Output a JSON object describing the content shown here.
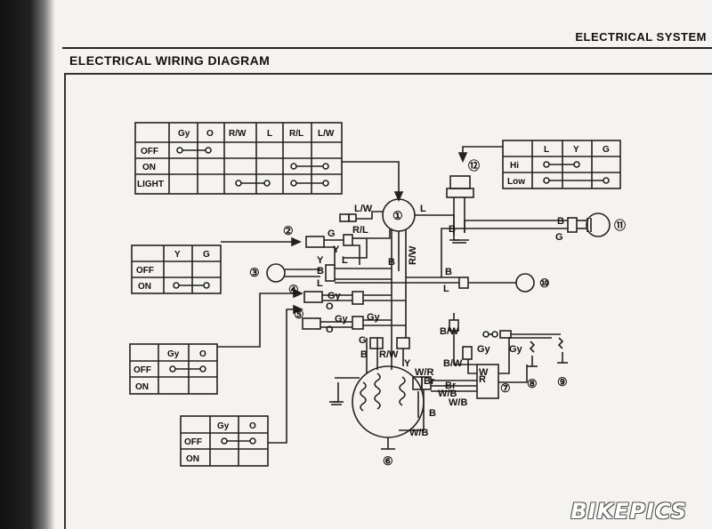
{
  "header": {
    "section": "ELECTRICAL SYSTEM",
    "title": "ELECTRICAL WIRING DIAGRAM"
  },
  "tables": {
    "main_switch": {
      "columns": [
        "Gy",
        "O",
        "R/W",
        "L",
        "R/L",
        "L/W"
      ],
      "rows": [
        "OFF",
        "ON",
        "LIGHT"
      ]
    },
    "dimmer_switch": {
      "columns": [
        "L",
        "Y",
        "G"
      ],
      "rows": [
        "Hi",
        "Low"
      ]
    },
    "switch_yg": {
      "columns": [
        "Y",
        "G"
      ],
      "rows": [
        "OFF",
        "ON"
      ]
    },
    "switch_gyo_a": {
      "columns": [
        "Gy",
        "O"
      ],
      "rows": [
        "OFF",
        "ON"
      ]
    },
    "switch_gyo_b": {
      "columns": [
        "Gy",
        "O"
      ],
      "rows": [
        "OFF",
        "ON"
      ]
    }
  },
  "components": [
    "①",
    "②",
    "③",
    "④",
    "⑤",
    "⑥",
    "⑦",
    "⑧",
    "⑨",
    "⑩",
    "⑪",
    "⑫"
  ],
  "wire_labels": {
    "lw": "L/W",
    "rl": "R/L",
    "l_top": "L",
    "rw_vert": "R/W",
    "b_mid": "B",
    "b_right": "B",
    "g_top": "G",
    "y_top": "Y",
    "y_sw": "Y",
    "l_sw": "L",
    "b_sw3": "B",
    "l_sw3": "L",
    "gy4": "Gy",
    "o4": "O",
    "gy5": "Gy",
    "o5": "O",
    "gy5b": "Gy",
    "g_stator": "G",
    "b_stator": "B",
    "rw_stator": "R/W",
    "y_stator": "Y",
    "wr": "W/R",
    "br1": "Br",
    "br2": "Br",
    "wb1": "W/B",
    "wb2": "W/B",
    "b_low": "B",
    "bw1": "B/W",
    "bw2": "B/W",
    "r7": "R",
    "w7": "W",
    "gy8": "Gy",
    "gy8b": "Gy",
    "b11": "B",
    "g11": "G",
    "l10": "L",
    "b10": "B"
  },
  "watermark": "BIKEPICS"
}
